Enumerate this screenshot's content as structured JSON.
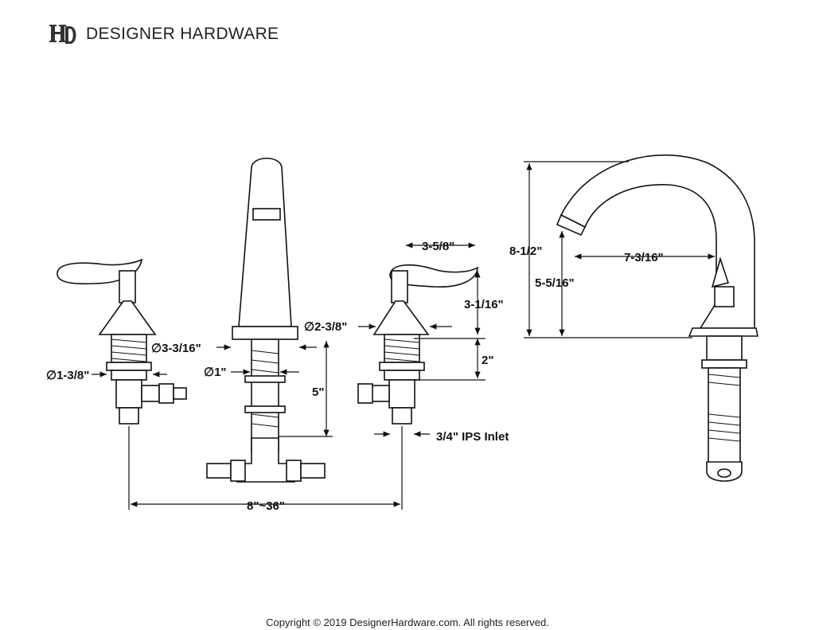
{
  "brand": {
    "name": "DESIGNER HARDWARE",
    "logo_monogram": "HD"
  },
  "dimensions": {
    "handle_width": "3-5/8\"",
    "handle_height": "3-1/16\"",
    "escutcheon_dia": "∅2-3/8\"",
    "spout_base_dia": "∅3-3/16\"",
    "shank_dia": "∅1\"",
    "valve_dia": "∅1-3/8\"",
    "shank_length_upper": "2\"",
    "shank_length": "5\"",
    "inlet": "3/4\" IPS Inlet",
    "spread": "8\"~36\"",
    "spout_height": "8-1/2\"",
    "spout_clearance": "5-5/16\"",
    "spout_reach": "7-3/16\""
  },
  "footer": {
    "copyright": "Copyright © 2019 DesignerHardware.com. All rights reserved."
  }
}
